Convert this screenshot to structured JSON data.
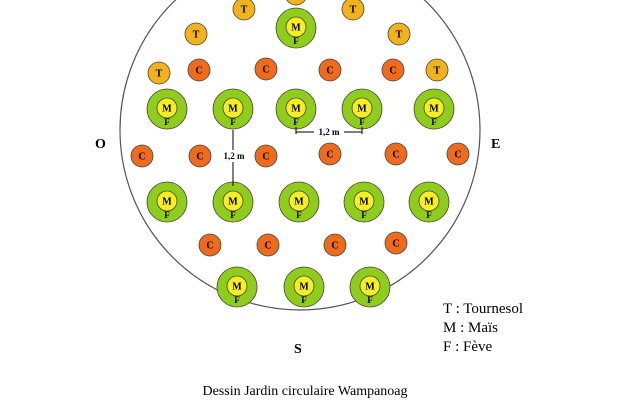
{
  "title": "Dessin Jardin circulaire Wampanoag",
  "compass": {
    "west": "O",
    "east": "E",
    "south": "S"
  },
  "legend": [
    {
      "key": "T",
      "text": "T : Tournesol"
    },
    {
      "key": "M",
      "text": "M : Maïs"
    },
    {
      "key": "F",
      "text": "F : Fève"
    }
  ],
  "plant_letters": {
    "sunflower": "T",
    "corn": "M",
    "bean": "F",
    "squash": "C"
  },
  "spacing_labels": {
    "horizontal": "1,2 m",
    "vertical": "1,2 m"
  },
  "colors": {
    "sunflower": "#f2b21c",
    "squash": "#ee6a1c",
    "bean_ring": "#8fcc1c",
    "corn_core": "#f4ee22",
    "outline": "#444444"
  }
}
